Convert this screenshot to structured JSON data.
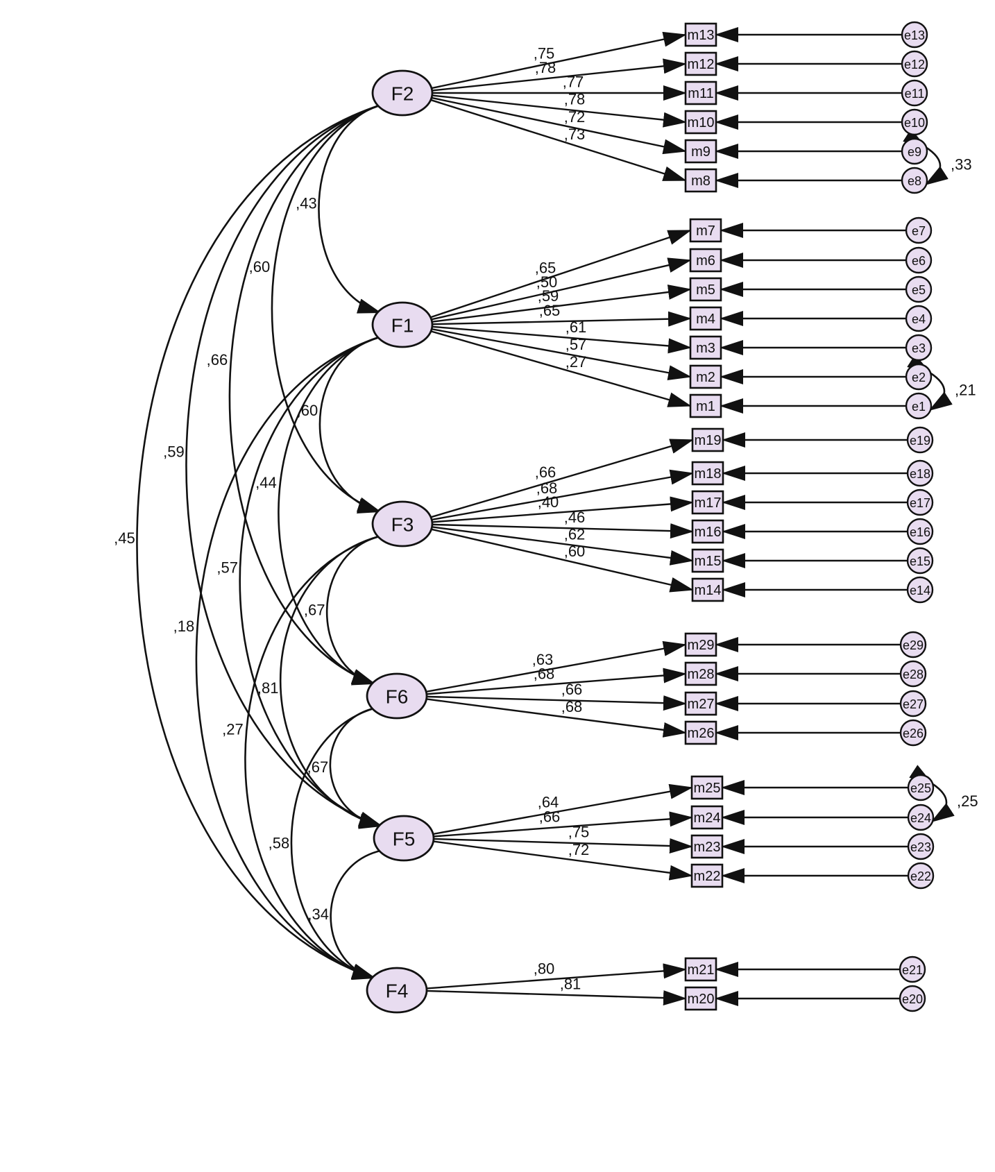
{
  "colors": {
    "node_fill": "#e8dcf0",
    "stroke": "#111111",
    "background": "#ffffff"
  },
  "factors": [
    {
      "id": "F2",
      "label": "F2",
      "items": [
        {
          "m": "m13",
          "e": "e13",
          "loading": ",75"
        },
        {
          "m": "m12",
          "e": "e12",
          "loading": ",78"
        },
        {
          "m": "m11",
          "e": "e11",
          "loading": ",77"
        },
        {
          "m": "m10",
          "e": "e10",
          "loading": ",78"
        },
        {
          "m": "m9",
          "e": "e9",
          "loading": ",72"
        },
        {
          "m": "m8",
          "e": "e8",
          "loading": ",73"
        }
      ]
    },
    {
      "id": "F1",
      "label": "F1",
      "items": [
        {
          "m": "m7",
          "e": "e7",
          "loading": ",65"
        },
        {
          "m": "m6",
          "e": "e6",
          "loading": ",50"
        },
        {
          "m": "m5",
          "e": "e5",
          "loading": ",59"
        },
        {
          "m": "m4",
          "e": "e4",
          "loading": ",65"
        },
        {
          "m": "m3",
          "e": "e3",
          "loading": ",61"
        },
        {
          "m": "m2",
          "e": "e2",
          "loading": ",57"
        },
        {
          "m": "m1",
          "e": "e1",
          "loading": ",27"
        }
      ]
    },
    {
      "id": "F3",
      "label": "F3",
      "items": [
        {
          "m": "m19",
          "e": "e19",
          "loading": ",66"
        },
        {
          "m": "m18",
          "e": "e18",
          "loading": ",68"
        },
        {
          "m": "m17",
          "e": "e17",
          "loading": ",40"
        },
        {
          "m": "m16",
          "e": "e16",
          "loading": ",46"
        },
        {
          "m": "m15",
          "e": "e15",
          "loading": ",62"
        },
        {
          "m": "m14",
          "e": "e14",
          "loading": ",60"
        }
      ]
    },
    {
      "id": "F6",
      "label": "F6",
      "items": [
        {
          "m": "m29",
          "e": "e29",
          "loading": ",63"
        },
        {
          "m": "m28",
          "e": "e28",
          "loading": ",68"
        },
        {
          "m": "m27",
          "e": "e27",
          "loading": ",66"
        },
        {
          "m": "m26",
          "e": "e26",
          "loading": ",68"
        }
      ]
    },
    {
      "id": "F5",
      "label": "F5",
      "items": [
        {
          "m": "m25",
          "e": "e25",
          "loading": ",64"
        },
        {
          "m": "m24",
          "e": "e24",
          "loading": ",66"
        },
        {
          "m": "m23",
          "e": "e23",
          "loading": ",75"
        },
        {
          "m": "m22",
          "e": "e22",
          "loading": ",72"
        }
      ]
    },
    {
      "id": "F4",
      "label": "F4",
      "items": [
        {
          "m": "m21",
          "e": "e21",
          "loading": ",80"
        },
        {
          "m": "m20",
          "e": "e20",
          "loading": ",81"
        }
      ]
    }
  ],
  "factor_correlations": [
    {
      "from": "F2",
      "to": "F1",
      "value": ",43"
    },
    {
      "from": "F2",
      "to": "F3",
      "value": ",60"
    },
    {
      "from": "F2",
      "to": "F6",
      "value": ",66"
    },
    {
      "from": "F2",
      "to": "F5",
      "value": ",59"
    },
    {
      "from": "F2",
      "to": "F4",
      "value": ",45"
    },
    {
      "from": "F1",
      "to": "F3",
      "value": ",60"
    },
    {
      "from": "F1",
      "to": "F6",
      "value": ",44"
    },
    {
      "from": "F1",
      "to": "F5",
      "value": ",57"
    },
    {
      "from": "F1",
      "to": "F4",
      "value": ",18"
    },
    {
      "from": "F3",
      "to": "F6",
      "value": ",67"
    },
    {
      "from": "F3",
      "to": "F5",
      "value": ",81"
    },
    {
      "from": "F3",
      "to": "F4",
      "value": ",27"
    },
    {
      "from": "F6",
      "to": "F5",
      "value": ",67"
    },
    {
      "from": "F6",
      "to": "F4",
      "value": ",58"
    },
    {
      "from": "F5",
      "to": "F4",
      "value": ",34"
    }
  ],
  "error_correlations": [
    {
      "from": "e9",
      "to": "e8",
      "value": ",33"
    },
    {
      "from": "e2",
      "to": "e1",
      "value": ",21"
    },
    {
      "from": "e25",
      "to": "e24",
      "value": ",25"
    }
  ]
}
